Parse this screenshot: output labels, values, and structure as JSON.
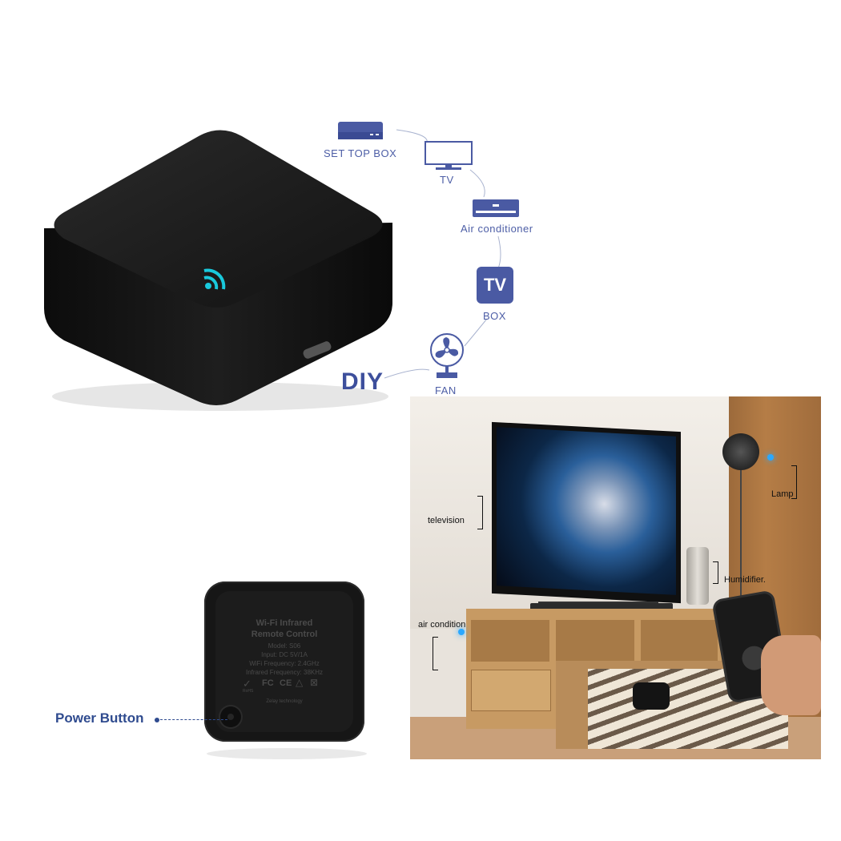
{
  "diagram": {
    "nodes": {
      "set_top_box": "SET TOP BOX",
      "tv": "TV",
      "air_conditioner": "Air conditioner",
      "tv_box_icon_text": "TV",
      "tv_box_caption": "BOX",
      "fan": "FAN",
      "diy": "DIY"
    }
  },
  "device_back": {
    "title_line1": "Wi-Fi Infrared",
    "title_line2": "Remote Control",
    "model": "Model: S06",
    "input": "Input: DC 5V/1A",
    "wifi_frequency": "WiFi Frequency: 2.4GHz",
    "infrared_frequency": "Infrared Frequency: 38KHz",
    "cert_rohs": "RoHS",
    "cert_fc": "FC",
    "cert_ce": "CE",
    "manufacturer": "Zelay technology",
    "power_button_label": "Power Button"
  },
  "scene": {
    "labels": {
      "television": "television",
      "lamp": "Lamp",
      "humidifier": "Humidifier.",
      "air_condition": "air condition"
    }
  },
  "colors": {
    "accent_blue": "#4d5ea6",
    "led_cyan": "#19c9dc",
    "device_black": "#151515"
  }
}
